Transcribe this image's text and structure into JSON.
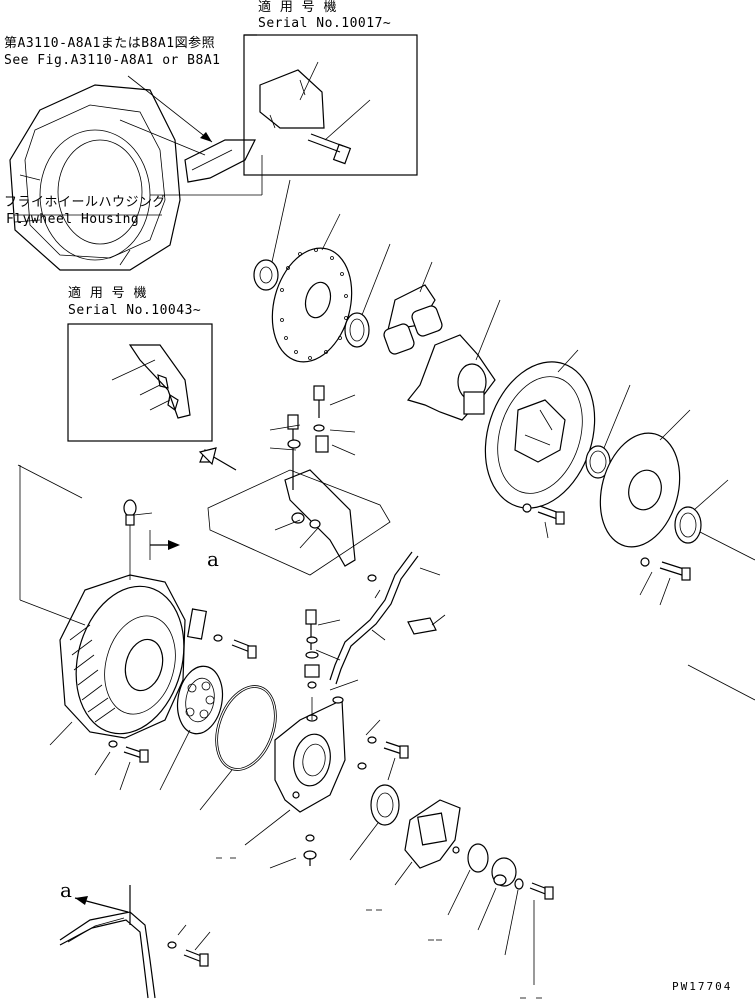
{
  "header_note": {
    "ja": "第A3110-A8A1またはB8A1図参照",
    "en": "See Fig.A3110-A8A1 or B8A1"
  },
  "housing": {
    "ja": "フライホイールハウジング",
    "en": "Flywheel Housing"
  },
  "serial_box_1": {
    "title": "適 用 号 機",
    "serial": "Serial No.10017~"
  },
  "serial_box_2": {
    "title": "適 用 号 機",
    "serial": "Serial No.10043~"
  },
  "view_marker_1": "a",
  "view_marker_2": "a",
  "drawing_code": "PW17704",
  "colors": {
    "ink": "#000000",
    "paper": "#ffffff"
  }
}
